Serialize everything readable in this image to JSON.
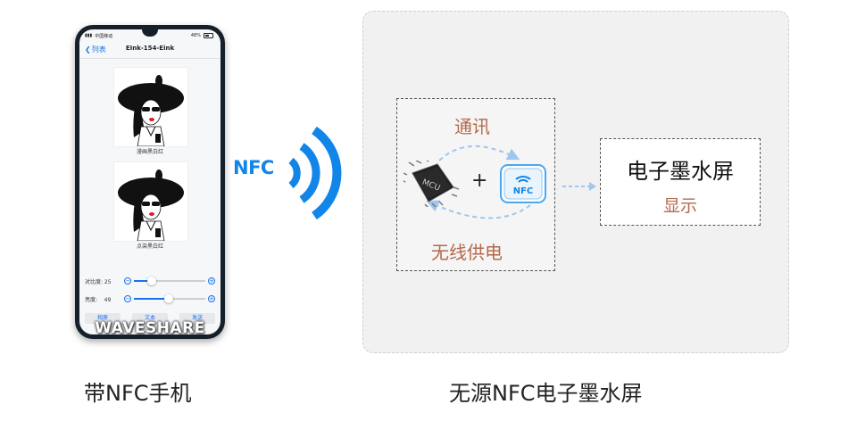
{
  "phone": {
    "status_carrier": "中国移动",
    "status_battery": "48%",
    "nav_back_label": "列表",
    "nav_title": "EInk-154-Eink",
    "image1_caption": "漫画黑白红",
    "image2_caption": "点染黑白红",
    "contrast_label": "对比度: 25",
    "contrast_value": 25,
    "brightness_label": "亮度:    49",
    "brightness_value": 49,
    "btn_album": "相册",
    "btn_text": "文本",
    "btn_send": "发送",
    "watermark": "WAVESHARE"
  },
  "signal": {
    "label": "NFC"
  },
  "diagram": {
    "comm_label": "通讯",
    "power_label": "无线供电",
    "plus": "+",
    "mcu_label": "MCU",
    "nfc_chip_label": "NFC",
    "screen_title": "电子墨水屏",
    "screen_subtitle": "显示"
  },
  "captions": {
    "left": "带NFC手机",
    "right": "无源NFC电子墨水屏"
  },
  "colors": {
    "nfc_blue": "#1185e8",
    "arrow_blue": "#9ec6ee",
    "label_brown": "#b5694a",
    "panel_bg": "#f1f1f1"
  }
}
